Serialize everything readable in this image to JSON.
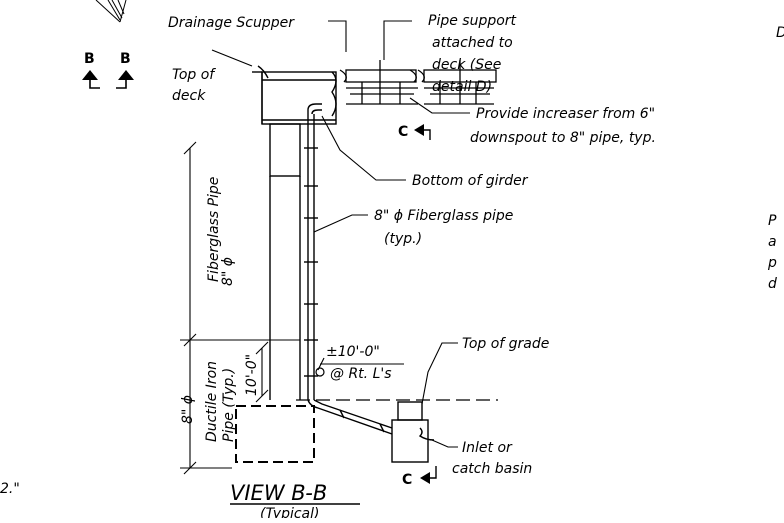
{
  "labels": {
    "section_left_b1": "B",
    "section_left_b2": "B",
    "top_of_deck_1": "Top of",
    "top_of_deck_2": "deck",
    "drainage_scupper": "Drainage Scupper",
    "pipe_support_1": "Pipe support",
    "pipe_support_2": "attached to",
    "pipe_support_3": "deck (See",
    "pipe_support_4": "detail D)",
    "section_c_top": "C",
    "increaser_1": "Provide increaser from 6\"",
    "increaser_2": "downspout to 8\" pipe, typ.",
    "bottom_of_girder": "Bottom of girder",
    "fiberglass_pipe_1": "8\" ϕ Fiberglass pipe",
    "fiberglass_pipe_2": "(typ.)",
    "dim_upper_diam": "8\" ϕ",
    "dim_upper_name": "Fiberglass Pipe",
    "dim_lower_diam": "8\" ϕ",
    "dim_lower_name_1": "Ductile Iron",
    "dim_lower_name_2": "Pipe (Typ.)",
    "dim_lower_len": "10'-0\"",
    "spacing_1": "±10'-0\"",
    "spacing_2": "@ Rt. L's",
    "top_of_grade": "Top of grade",
    "inlet_1": "Inlet or",
    "inlet_2": "catch basin",
    "section_c_bottom": "C",
    "view_title": "VIEW B-B",
    "view_subtitle": "(Typical)",
    "edge_d": "D",
    "edge_p1": "P",
    "edge_p2": "a",
    "edge_p3": "p",
    "edge_p4": "d",
    "edge_note": "2.\""
  }
}
